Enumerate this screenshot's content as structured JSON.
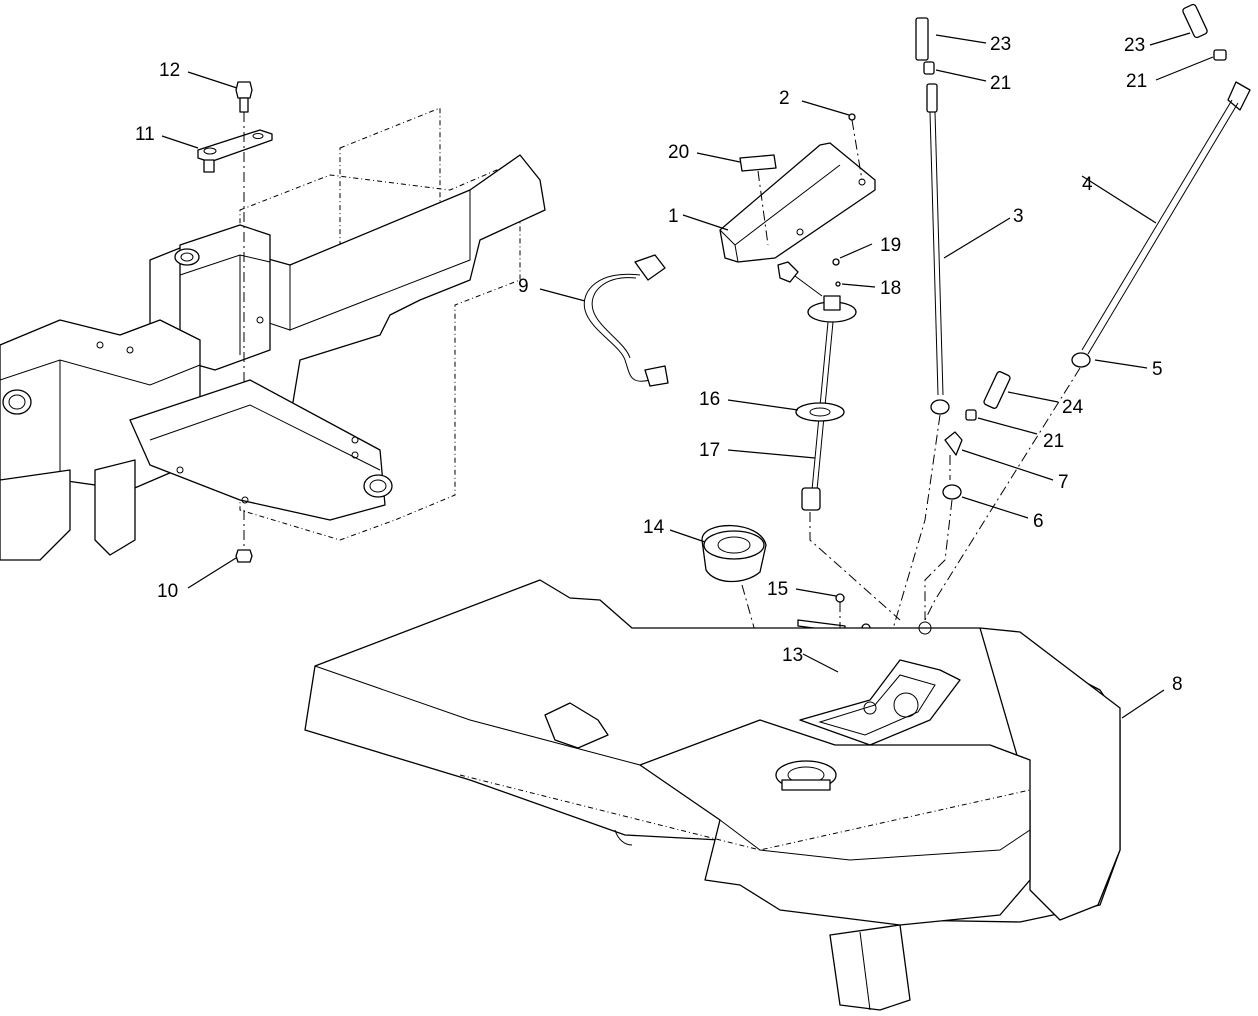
{
  "callouts": [
    {
      "id": "c1",
      "text": "1"
    },
    {
      "id": "c2",
      "text": "2"
    },
    {
      "id": "c3",
      "text": "3"
    },
    {
      "id": "c4",
      "text": "4"
    },
    {
      "id": "c5",
      "text": "5"
    },
    {
      "id": "c6",
      "text": "6"
    },
    {
      "id": "c7",
      "text": "7"
    },
    {
      "id": "c8",
      "text": "8"
    },
    {
      "id": "c9",
      "text": "9"
    },
    {
      "id": "c10",
      "text": "10"
    },
    {
      "id": "c11",
      "text": "11"
    },
    {
      "id": "c12",
      "text": "12"
    },
    {
      "id": "c13",
      "text": "13"
    },
    {
      "id": "c14",
      "text": "14"
    },
    {
      "id": "c15",
      "text": "15"
    },
    {
      "id": "c16",
      "text": "16"
    },
    {
      "id": "c17",
      "text": "17"
    },
    {
      "id": "c18",
      "text": "18"
    },
    {
      "id": "c19",
      "text": "19"
    },
    {
      "id": "c20",
      "text": "20"
    },
    {
      "id": "c21a",
      "text": "21"
    },
    {
      "id": "c21b",
      "text": "21"
    },
    {
      "id": "c21c",
      "text": "21"
    },
    {
      "id": "c23a",
      "text": "23"
    },
    {
      "id": "c23b",
      "text": "23"
    },
    {
      "id": "c24",
      "text": "24"
    }
  ]
}
